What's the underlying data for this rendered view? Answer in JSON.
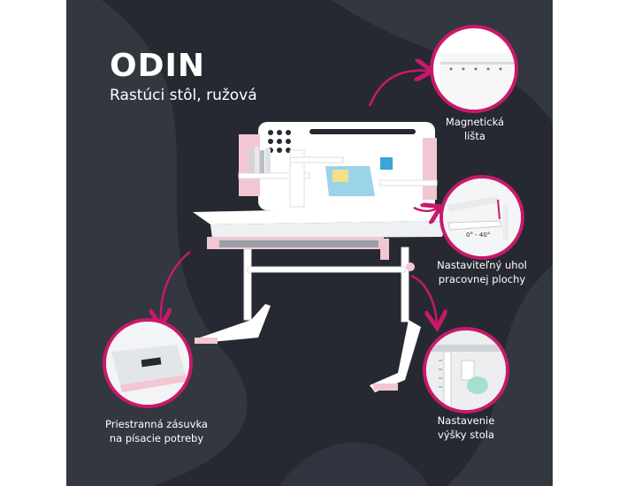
{
  "product": {
    "title": "ODIN",
    "subtitle": "Rastúci stôl, ružová"
  },
  "callouts": {
    "magnetic_strip": {
      "line1": "Magnetická",
      "line2": "lišta"
    },
    "tilt": {
      "line1": "Nastaviteľný uhol",
      "line2": "pracovnej plochy",
      "angle_label": "0° - 40°"
    },
    "drawer": {
      "line1": "Priestranná zásuvka",
      "line2": "na písacie potreby"
    },
    "height": {
      "line1": "Nastavenie",
      "line2": "výšky stola"
    }
  },
  "colors": {
    "background": "#262931",
    "accent": "#c8196b",
    "pink": "#f3c6d3",
    "white": "#ffffff",
    "grey": "#9aa0a8"
  }
}
